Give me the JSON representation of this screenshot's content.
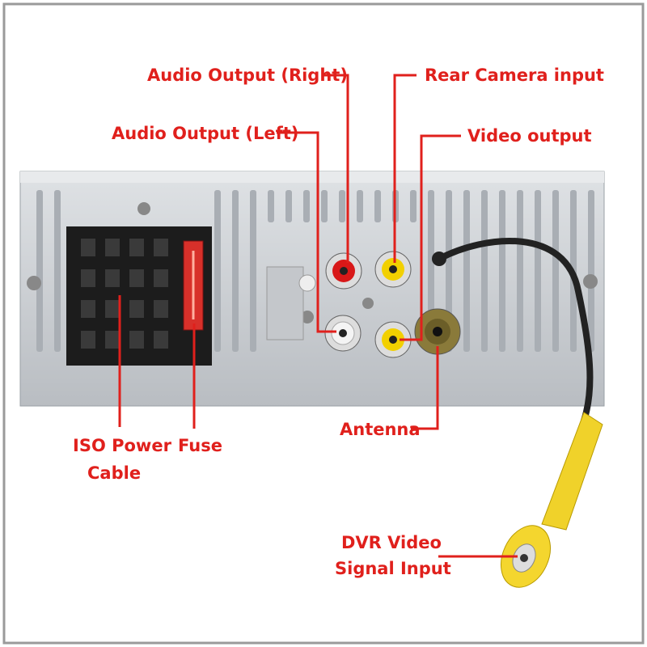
{
  "labels": {
    "audio_right": "Audio Output (Right)",
    "rear_camera": "Rear Camera input",
    "audio_left": "Audio Output (Left)",
    "video_output": "Video output",
    "iso_power_line1": "ISO Power",
    "iso_power_line2": "Cable",
    "fuse": "Fuse",
    "antenna": "Antenna",
    "dvr_line1": "DVR Video",
    "dvr_line2": "Signal Input"
  },
  "colors": {
    "label": "#e0201c",
    "panel": "#c9ccd0",
    "connector": "#1a1a1a",
    "rca_red": "#d81818",
    "rca_yellow": "#f2d000",
    "rca_white": "#f0f0f0",
    "fuse": "#d8302a"
  }
}
